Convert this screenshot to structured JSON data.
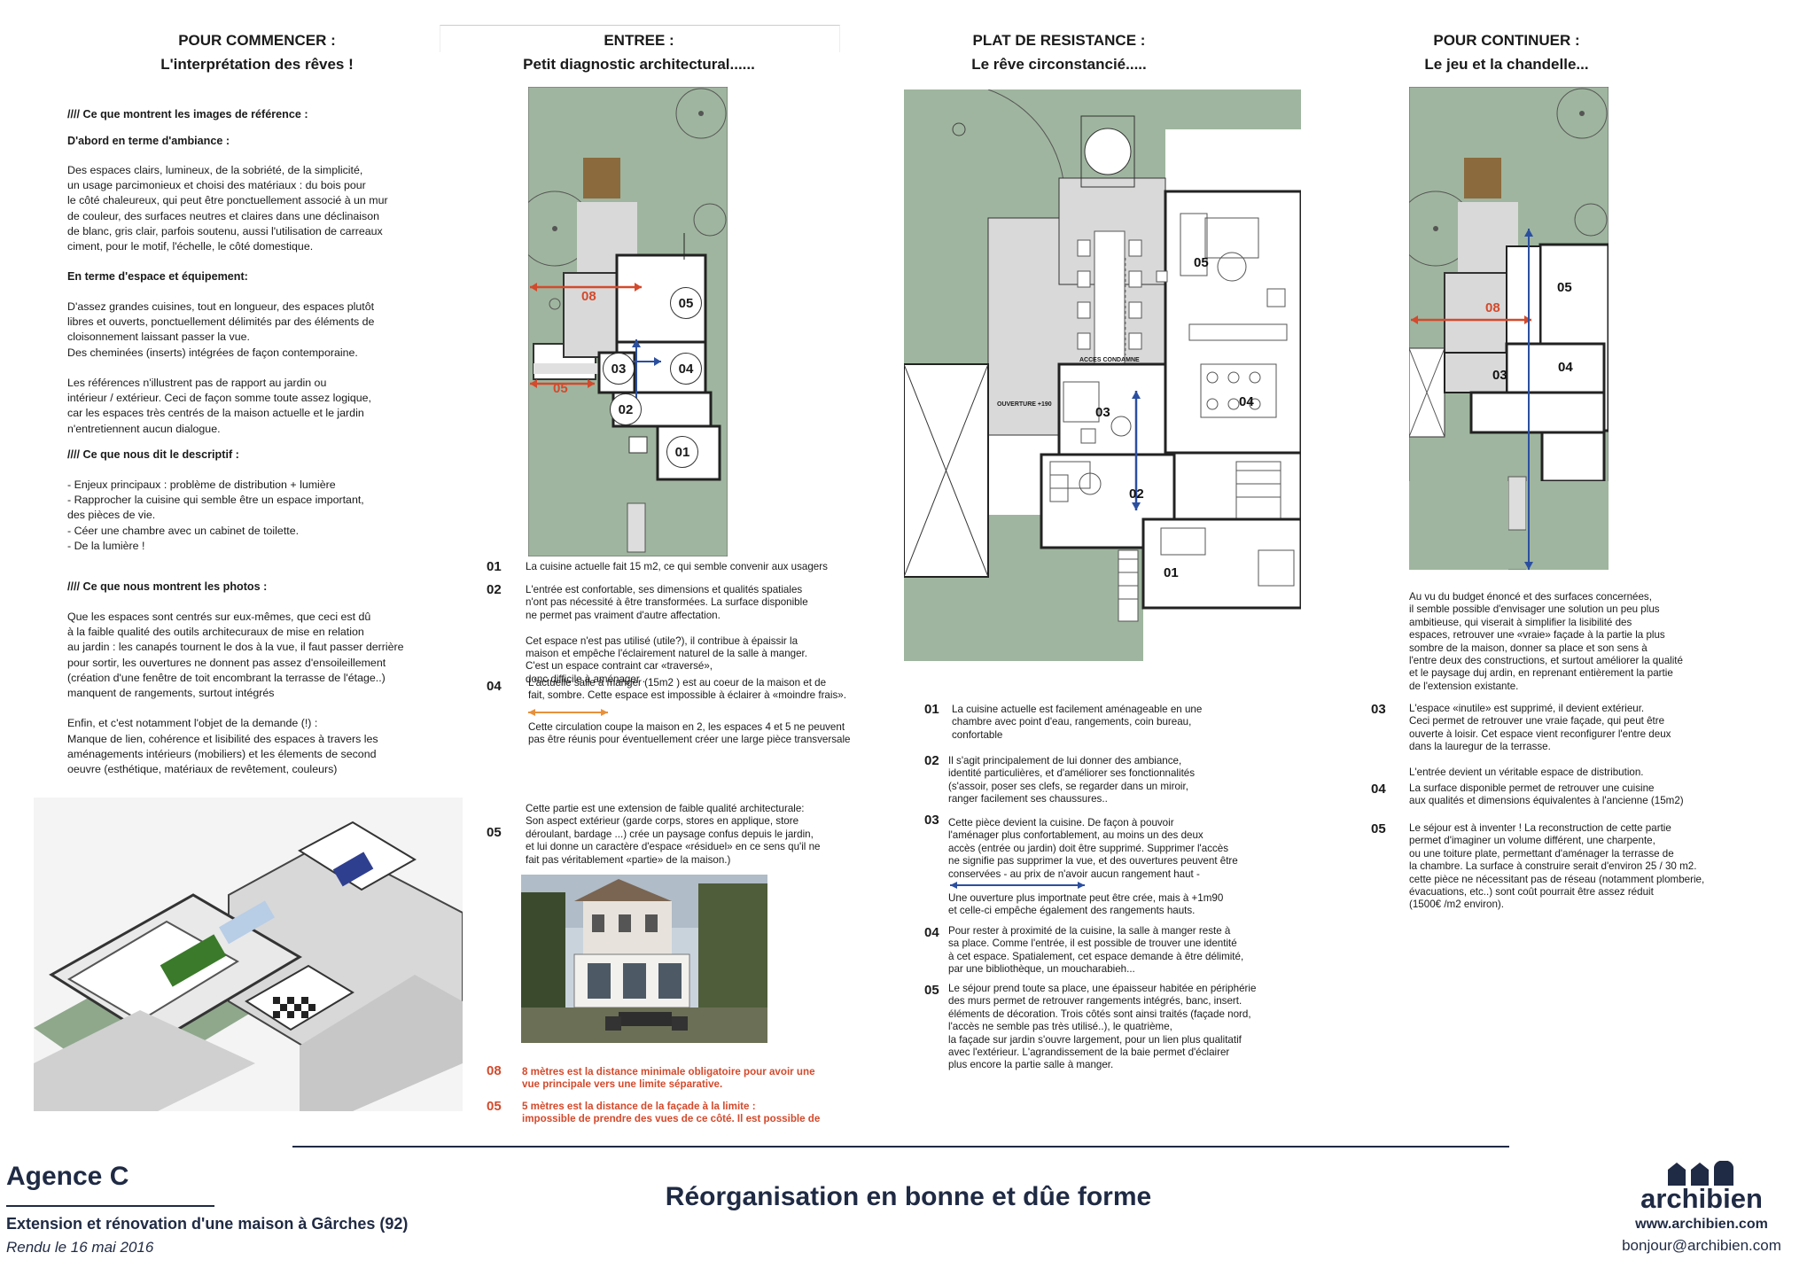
{
  "col1": {
    "title_l1": "POUR COMMENCER :",
    "title_l2": "L'interprétation des rêves !",
    "s1_head": "//// Ce que montrent les images de référence :",
    "s1_sub": "D'abord en terme d'ambiance :",
    "s1_text": "Des espaces clairs, lumineux, de la sobriété, de la simplicité,\nun usage parcimonieux et choisi des matériaux : du bois pour\nle côté chaleureux, qui peut être ponctuellement  associé à un mur\nde couleur, des surfaces neutres et claires dans une déclinaison\nde blanc, gris clair, parfois soutenu, aussi  l'utilisation de carreaux\nciment, pour le motif, l'échelle, le côté domestique.",
    "s2_head": "En terme d'espace et équipement:",
    "s2_text": "D'assez grandes cuisines, tout en longueur, des espaces plutôt\nlibres et ouverts, ponctuellement délimités par des éléments de\ncloisonnement laissant passer la vue.\nDes cheminées (inserts) intégrées de façon contemporaine.\n\nLes références n'illustrent pas de rapport au jardin ou\nintérieur / extérieur. Ceci de façon somme toute assez logique,\ncar les espaces très centrés de la maison actuelle et le jardin\nn'entretiennent aucun dialogue.",
    "s3_head": "//// Ce que nous dit le descriptif  :",
    "s3_text": "- Enjeux principaux : problème de distribution + lumière\n- Rapprocher la cuisine qui  semble être un espace important,\ndes pièces de vie.\n- Céer une chambre avec un cabinet de toilette.\n- De la lumière !",
    "s4_head": "//// Ce que nous montrent les photos :",
    "s4_text": "Que les espaces sont centrés sur eux-mêmes, que ceci est dû\nà la faible qualité des outils architecuraux de mise en relation\nau jardin : les canapés tournent le dos à la vue, il faut passer derrière\npour sortir, les ouvertures ne donnent pas assez d'ensoileillement\n(création d'une fenêtre de toit encombrant la terrasse de l'étage..)\nmanquent de rangements, surtout intégrés\n\nEnfin, et c'est notamment l'objet de la demande (!) :\nManque de lien, cohérence et lisibilité des espaces à travers les\naménagements intérieurs (mobiliers) et les élements de second\noeuvre (esthétique, matériaux de revêtement, couleurs)"
  },
  "col2": {
    "title_l1": "ENTREE :",
    "title_l2": "Petit diagnostic architectural......",
    "plan_labels": [
      "05",
      "04",
      "03",
      "02",
      "01"
    ],
    "dim_08": "08",
    "dim_05": "05",
    "notes": [
      {
        "num": "01",
        "text": "La cuisine actuelle fait 15 m2, ce qui semble convenir aux usagers"
      },
      {
        "num": "02",
        "text": "L'entrée est confortable, ses dimensions et qualités spatiales\nn'ont pas nécessité à être transformées. La surface disponible\nne permet pas vraiment d'autre affectation.\n\nCet espace n'est pas utilisé (utile?), il contribue à épaissir la\nmaison et empêche l'éclairement naturel de la salle à manger.\nC'est un espace contraint car «traversé»,\ndonc difficile à aménager ."
      },
      {
        "num": "04",
        "text": "L'actuelle salle à manger (15m2 ) est au coeur de la maison et de\nfait, sombre. Cette espace est impossible à éclairer à  «moindre frais»."
      }
    ],
    "circ_text": "Cette circulation coupe la maison en 2, les espaces 4 et 5 ne peuvent\npas être réunis pour éventuellement créer une large pièce transversale",
    "note05_num": "05",
    "note05_text": "Cette partie est une extension de faible qualité architecturale:\nSon aspect extérieur (garde corps, stores en applique, store\ndéroulant, bardage ...) crée un paysage confus depuis le jardin,\net lui donne un caractère d'espace «résiduel» en ce sens qu'il ne\nfait pas véritablement «partie» de la maison.)",
    "red1_num": "08",
    "red1_text": "8 mètres est la distance minimale obligatoire pour avoir une\nvue principale vers une limite séparative.",
    "red2_num": "05",
    "red2_text": "5 mètres est la distance de la façade à la limite :\nimpossible de prendre des vues de ce côté. Il est possible de"
  },
  "col3": {
    "title_l1": "PLAT DE RESISTANCE :",
    "title_l2": "Le rêve circonstancié.....",
    "plan_labels": [
      "05",
      "04",
      "03",
      "02",
      "01"
    ],
    "plan_small1": "ACCES CONDAMNE",
    "plan_small2": "OUVERTURE +190",
    "notes": [
      {
        "num": "01",
        "text": "La cuisine actuelle est facilement aménageable en une\nchambre avec point d'eau, rangements, coin bureau,\nconfortable"
      },
      {
        "num": "02",
        "text": "Il s'agit principalement de lui donner des ambiance,\nidentité particulières, et d'améliorer ses fonctionnalités\n(s'assoir, poser ses clefs, se regarder dans  un miroir,\nranger facilement ses chaussures.."
      },
      {
        "num": "03",
        "text": "Cette pièce devient la cuisine. De façon à pouvoir\nl'aménager plus confortablement, au moins un des deux\naccès (entrée ou jardin) doit être supprimé. Supprimer l'accès\nne signifie pas supprimer la vue, et des ouvertures peuvent être\nconservées - au prix de n'avoir aucun rangement haut -"
      },
      {
        "num": "04",
        "text": "Pour rester à proximité de la cuisine, la salle à manger reste à\nsa place. Comme l'entrée, il est possible de trouver une identité\nà cet espace. Spatialement, cet espace demande à être délimité,\npar une bibliothèque, un moucharabieh..."
      },
      {
        "num": "05",
        "text": "Le séjour prend toute sa place, une épaisseur habitée en périphérie\ndes murs permet de retrouver rangements intégrés, banc, insert.\néléments de décoration. Trois côtés sont ainsi traités (façade nord,\nl'accès ne semble pas très utilisé..), le quatrième,\nla façade sur jardin s'ouvre largement, pour un lien plus qualitatif\navec l'extérieur. L'agrandissement de la  baie permet d'éclairer\nplus encore la partie salle à manger."
      }
    ],
    "ouverture_text": "Une ouverture plus importnate peut être crée, mais à +1m90\net celle-ci empêche également des rangements hauts."
  },
  "col4": {
    "title_l1": "POUR CONTINUER :",
    "title_l2": "Le jeu et la chandelle...",
    "plan_labels": [
      "05",
      "04",
      "03"
    ],
    "dim_08": "08",
    "intro": "Au vu du budget énoncé et  des surfaces concernées,\nil semble possible d'envisager une solution un peu plus\nambitieuse, qui viserait à simplifier la lisibilité des\nespaces, retrouver une «vraie» façade à la partie la plus\nsombre de la maison, donner sa place et son sens à\nl'entre deux des constructions, et surtout améliorer la qualité\net le paysage duj ardin, en reprenant entièrement la partie\nde l'extension existante.",
    "notes": [
      {
        "num": "03",
        "text": "L'espace «inutile» est supprimé, il devient extérieur.\nCeci permet de retrouver une vraie façade, qui peut être\nouverte à loisir. Cet espace vient reconfigurer l'entre deux\ndans la lauregur de la terrasse.\n\nL'entrée devient un véritable espace de distribution."
      },
      {
        "num": "04",
        "text": "La surface disponible permet de retrouver une cuisine\naux qualités et dimensions équivalentes à l'ancienne (15m2)"
      },
      {
        "num": "05",
        "text": "Le séjour est à inventer ! La reconstruction de cette partie\npermet d'imaginer un volume différent, une charpente,\nou une toiture plate, permettant d'aménager la terrasse de\nla chambre. La surface à construire serait d'environ 25 / 30 m2.\ncette pièce ne nécessitant pas de réseau (notamment plomberie,\névacuations, etc..) sont coût pourrait être assez réduit\n(1500€ /m2 environ)."
      }
    ]
  },
  "footer": {
    "agency": "Agence C",
    "project": "Extension et rénovation d'une maison à Gârches (92)",
    "date": "Rendu le 16 mai 2016",
    "main_title": "Réorganisation en bonne et dûe forme",
    "brand": "archibien",
    "website": "www.archibien.com",
    "email": "bonjour@archibien.com"
  },
  "colors": {
    "garden": "#9fb59f",
    "annex": "#d9d9d9",
    "red_accent": "#d34a2c",
    "blue_arrow": "#2b4fa0",
    "orange_arrow": "#e8903a",
    "footer_rule": "#1f2a44"
  }
}
